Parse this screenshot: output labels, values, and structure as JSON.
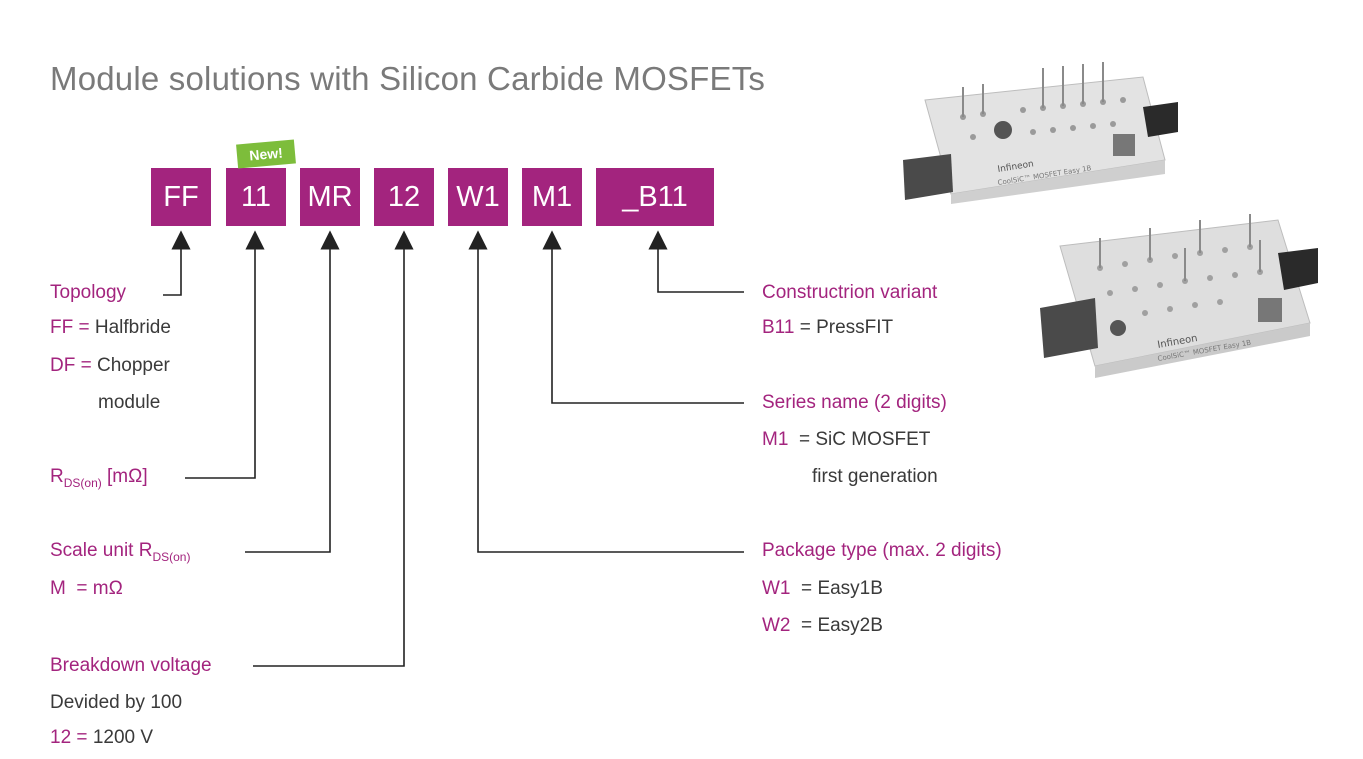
{
  "title": "Module solutions with Silicon Carbide MOSFETs",
  "badge": "New!",
  "codes": [
    "FF",
    "11",
    "MR",
    "12",
    "W1",
    "M1",
    "_B11"
  ],
  "topology": {
    "heading": "Topology",
    "ff_code": "FF",
    "ff_value": "Halfbride",
    "df_code": "DF",
    "df_value": "Chopper",
    "df_value2": "module"
  },
  "rds": {
    "r": "R",
    "sub": "DS(on)",
    "unit": "[mΩ]"
  },
  "scale": {
    "heading": "Scale unit R",
    "sub": "DS(on)",
    "code": "M",
    "value": "mΩ"
  },
  "breakdown": {
    "heading": "Breakdown voltage",
    "note": "Devided by 100",
    "code": "12",
    "value": "1200 V"
  },
  "construction": {
    "heading": "Constructrion variant",
    "code": "B11",
    "value": "PressFIT"
  },
  "series": {
    "heading": "Series name (2 digits)",
    "code": "M1",
    "value": "SiC MOSFET",
    "value2": "first generation"
  },
  "package": {
    "heading": "Package type (max. 2 digits)",
    "w1_code": "W1",
    "w1_value": "Easy1B",
    "w2_code": "W2",
    "w2_value": "Easy2B"
  },
  "photos": {
    "brand": "Infineon",
    "label1": "CoolSiC™ MOSFET Easy 1B",
    "label2": "CoolSiC™ MOSFET Easy 1B"
  }
}
